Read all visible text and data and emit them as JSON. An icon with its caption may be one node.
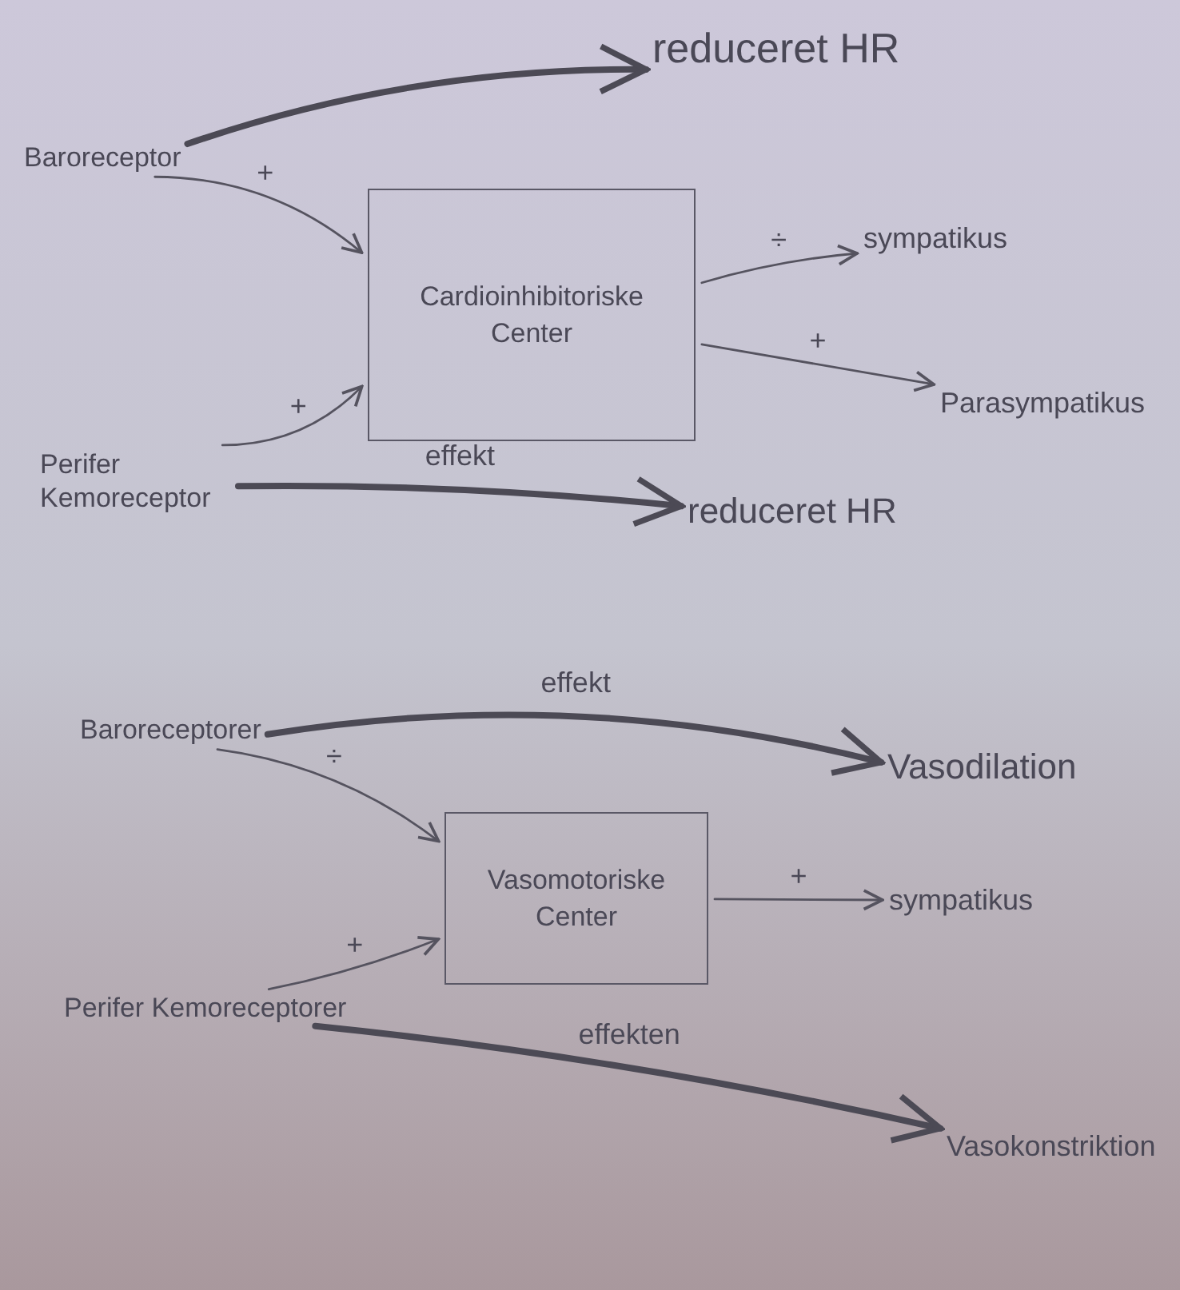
{
  "diagram": {
    "nodes": [
      {
        "text": [
          "Baroreceptor"
        ]
      },
      {
        "text": [
          "reduceret HR"
        ]
      },
      {
        "text": [
          "Cardioinhibitoriske Center"
        ]
      },
      {
        "text": [
          "sympatikus"
        ]
      },
      {
        "text": [
          "Parasympatikus"
        ]
      },
      {
        "text": [
          "Perifer Kemoreceptor"
        ]
      },
      {
        "text": [
          "reduceret HR"
        ]
      },
      {
        "text": [
          "Baroreceptorer"
        ]
      },
      {
        "text": [
          "Vasodilation"
        ]
      },
      {
        "text": [
          "Vasomotoriske Center"
        ]
      },
      {
        "text": [
          "sympatikus"
        ]
      },
      {
        "text": [
          "Perifer Kemoreceptorer"
        ]
      },
      {
        "text": [
          "Vasokonstriktion"
        ]
      }
    ],
    "edges": [
      {
        "from": 0,
        "to": 1,
        "arrow": "to",
        "style": "thick"
      },
      {
        "from": 0,
        "to": 2,
        "arrow": "to",
        "label": "+"
      },
      {
        "from": 2,
        "to": 3,
        "arrow": "to",
        "label": "÷"
      },
      {
        "from": 2,
        "to": 4,
        "arrow": "to",
        "label": "+"
      },
      {
        "from": 5,
        "to": 2,
        "arrow": "to",
        "label": "+"
      },
      {
        "from": 5,
        "to": 6,
        "arrow": "to",
        "label": "effekt",
        "style": "thick"
      },
      {
        "from": 7,
        "to": 8,
        "arrow": "to",
        "label": "effekt",
        "style": "thick"
      },
      {
        "from": 7,
        "to": 9,
        "arrow": "to",
        "label": "÷"
      },
      {
        "from": 9,
        "to": 10,
        "arrow": "to",
        "label": "+"
      },
      {
        "from": 11,
        "to": 9,
        "arrow": "to",
        "label": "+"
      },
      {
        "from": 11,
        "to": 12,
        "arrow": "to",
        "label": "effekten",
        "style": "thick"
      }
    ]
  }
}
